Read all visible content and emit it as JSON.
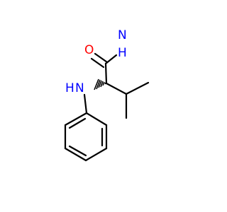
{
  "molecule": {
    "atoms": {
      "oxygen": {
        "label": "O",
        "color": "#ff0000"
      },
      "amide_n": {
        "label": "N",
        "sub_label": "H",
        "color": "#0000ff"
      },
      "amine_n": {
        "label": "N",
        "sub_label": "H",
        "color": "#0000ff"
      }
    },
    "bond_color": "#000000"
  }
}
